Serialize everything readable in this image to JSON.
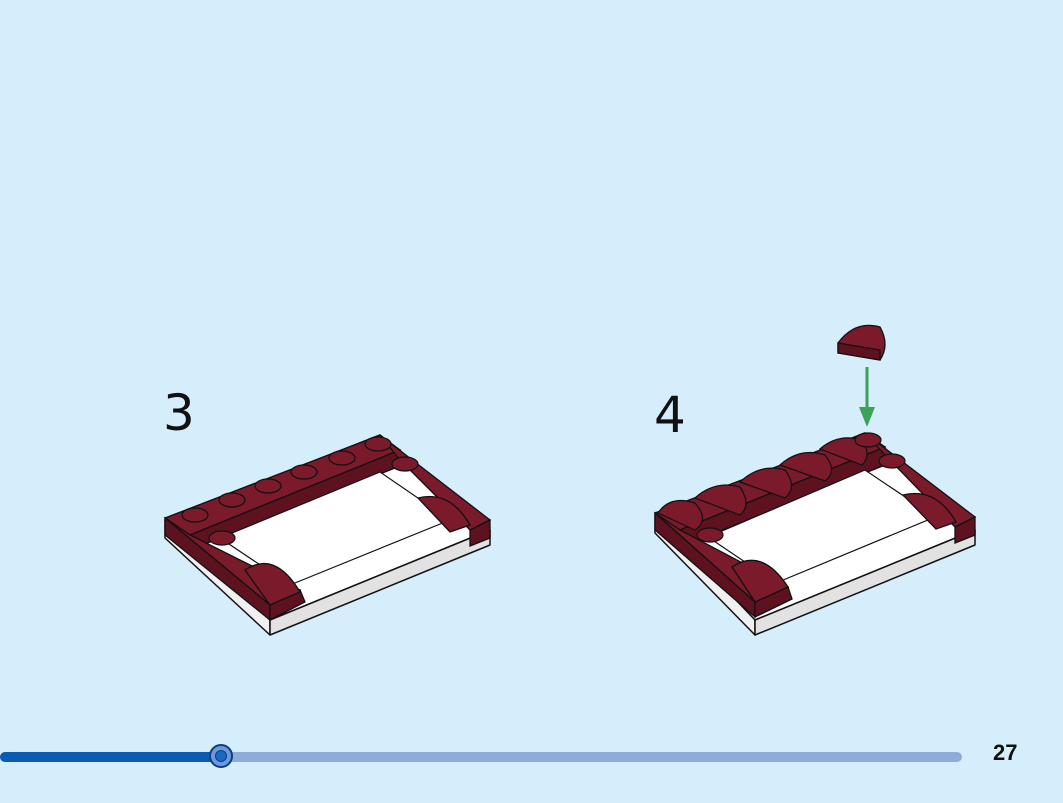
{
  "steps": [
    {
      "number": "3"
    },
    {
      "number": "4"
    }
  ],
  "progress": {
    "value": 0.23
  },
  "page": {
    "number": "27"
  },
  "colors": {
    "brick": "#7a1a2a",
    "plate": "#ffffff",
    "arrow": "#3aa35a",
    "progress_fill": "#0a5bb1",
    "progress_track": "#8eabd9",
    "background": "#d6edfb"
  },
  "icons": {
    "arrow": "down-arrow-icon"
  }
}
